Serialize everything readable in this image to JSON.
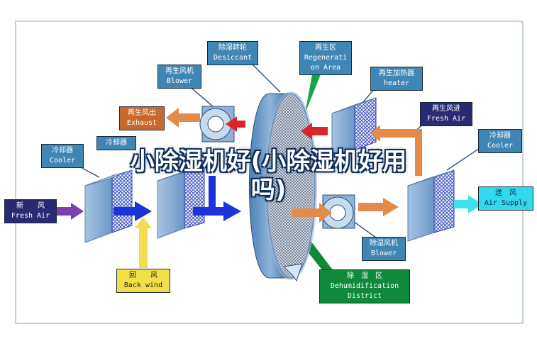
{
  "labels": {
    "desiccant": {
      "cn": "除湿转轮",
      "en": "Desiccant"
    },
    "regeneration_area": {
      "cn": "再生区",
      "en": "Regenerati",
      "en2": "on Area"
    },
    "regen_blower": {
      "cn": "再生风机",
      "en": "Blower"
    },
    "regen_heater": {
      "cn": "再生加热器",
      "en": "heater"
    },
    "regen_exhaust": {
      "cn": "再生风出",
      "en": "Exhaust"
    },
    "regen_fresh_air": {
      "cn": "再生风进",
      "en": "Fresh Air"
    },
    "cooler_left": {
      "cn": "冷却器",
      "en": "Cooler"
    },
    "cooler_middle": {
      "cn": "冷却器"
    },
    "cooler_right": {
      "cn": "冷却器",
      "en": "Cooler"
    },
    "fresh_air": {
      "cn": "新　　风",
      "en": "Fresh Air"
    },
    "supply_air": {
      "cn": "送　风",
      "en": "Air Supply"
    },
    "back_wind": {
      "cn": "回　　风",
      "en": "Back wind"
    },
    "dehum_blower": {
      "cn": "除湿风机",
      "en": "Blower"
    },
    "dehum_district": {
      "cn": "除　湿　区",
      "en": "Dehumidification",
      "en2": "District"
    }
  },
  "watermark": {
    "line1": "小除湿机好(小除湿机好用",
    "line2": "吗)"
  },
  "colors": {
    "box_blue": "#3f86b5",
    "box_navy": "#2a2a72",
    "box_orange": "#c8682a",
    "box_cyan": "#31d9ee",
    "box_yellow": "#f0df47",
    "box_green": "#0f8a3a",
    "arrow_blue": "#1b33d8",
    "arrow_red": "#d8262a",
    "arrow_orange": "#e48b4a",
    "arrow_purple": "#7c3fb0",
    "arrow_yellow": "#f0dd52",
    "arrow_cyan": "#3fe0ee"
  }
}
